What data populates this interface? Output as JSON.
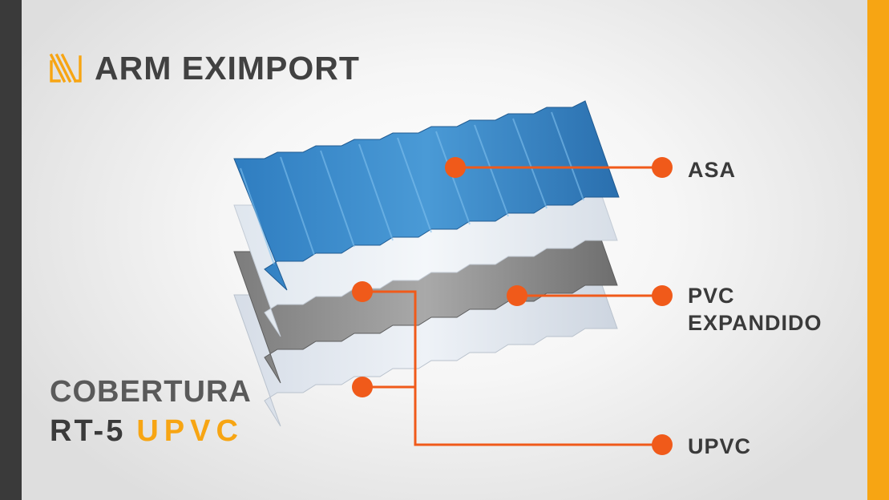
{
  "brand": {
    "first": "ARM",
    "second": "EXIMPORT"
  },
  "labels": {
    "asa": "ASA",
    "pvc_line1": "PVC",
    "pvc_line2": "EXPANDIDO",
    "upvc": "UPVC"
  },
  "title": {
    "line1": "COBERTURA",
    "line2": "RT-5",
    "accent": "UPVC"
  },
  "colors": {
    "accent": "#f7a513",
    "callout": "#f05a1a",
    "text_dark": "#3a3a3a",
    "left_bar": "#3a3a3a",
    "sheet_top": "#3b86c4",
    "sheet_gray": "#8a8a8a",
    "sheet_white": "#e9eef4"
  },
  "icons": {
    "logo_mark": "arm-chevron-mark"
  }
}
